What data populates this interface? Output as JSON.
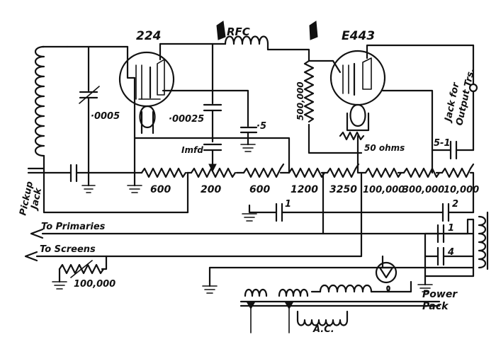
{
  "labels": {
    "tube1": "224",
    "tube2": "E443",
    "rfc": "RFC",
    "c_0005": "·0005",
    "c_00025": "·00025",
    "c_5": "·5",
    "c_imfd": "Imfd",
    "r_500000": "500,000",
    "r_50ohms": "50 ohms",
    "c_5_1": "5-1",
    "jack_output_1": "Jack for",
    "jack_output_2": "Output Trs.",
    "pickup_1": "Pickup",
    "pickup_2": "Jack",
    "r_600a": "600",
    "r_200": "200",
    "r_600b": "600",
    "r_1200": "1200",
    "r_3250": "3250",
    "r_100000a": "100,000",
    "r_300000": "300,000",
    "r_10000": "10,000",
    "c_1a": "1",
    "c_2": "2",
    "c_1b": "1",
    "c_4": "4",
    "to_primaries": "To Primaries",
    "to_screens": "To Screens",
    "r_100000b": "100,000",
    "power_pack_1": "Power",
    "power_pack_2": "Pack",
    "ac": "A.C."
  }
}
